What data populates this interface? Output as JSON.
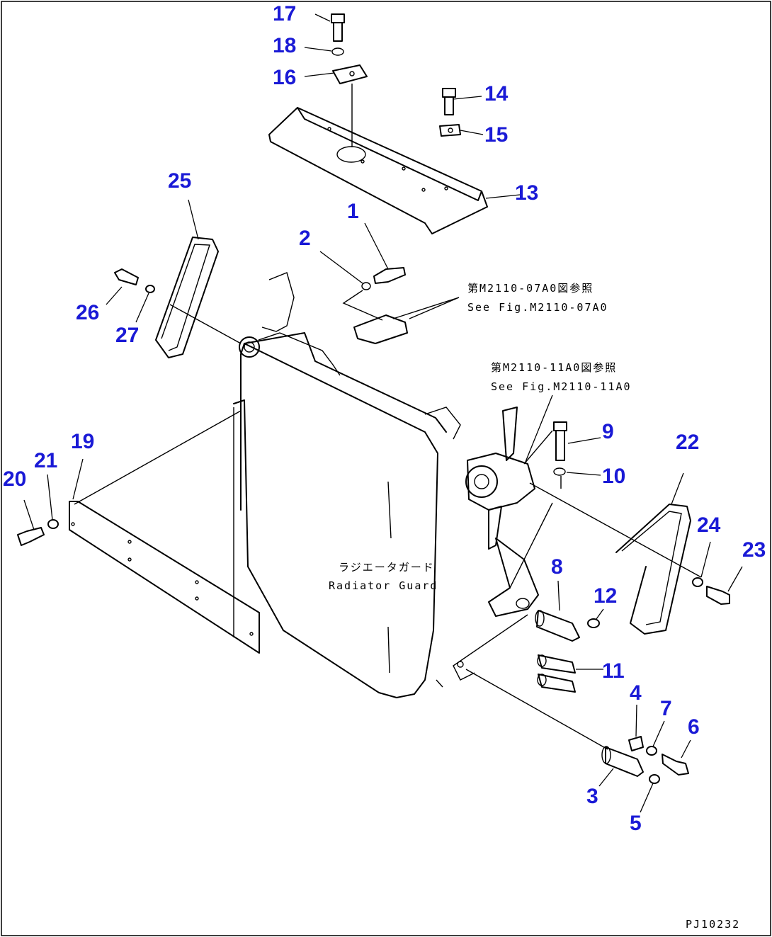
{
  "diagram": {
    "drawing_number": "PJ10232",
    "references": {
      "upper_jp": "第M2110-07A0図参照",
      "upper_en": "See Fig.M2110-07A0",
      "lower_jp": "第M2110-11A0図参照",
      "lower_en": "See Fig.M2110-11A0"
    },
    "component_label": {
      "jp": "ラジエータガード",
      "en": "Radiator Guard"
    },
    "callout_color": "#1a1ad6",
    "callouts": [
      "1",
      "2",
      "3",
      "4",
      "5",
      "6",
      "7",
      "8",
      "9",
      "10",
      "11",
      "12",
      "13",
      "14",
      "15",
      "16",
      "17",
      "18",
      "19",
      "20",
      "21",
      "22",
      "23",
      "24",
      "25",
      "26",
      "27"
    ]
  }
}
